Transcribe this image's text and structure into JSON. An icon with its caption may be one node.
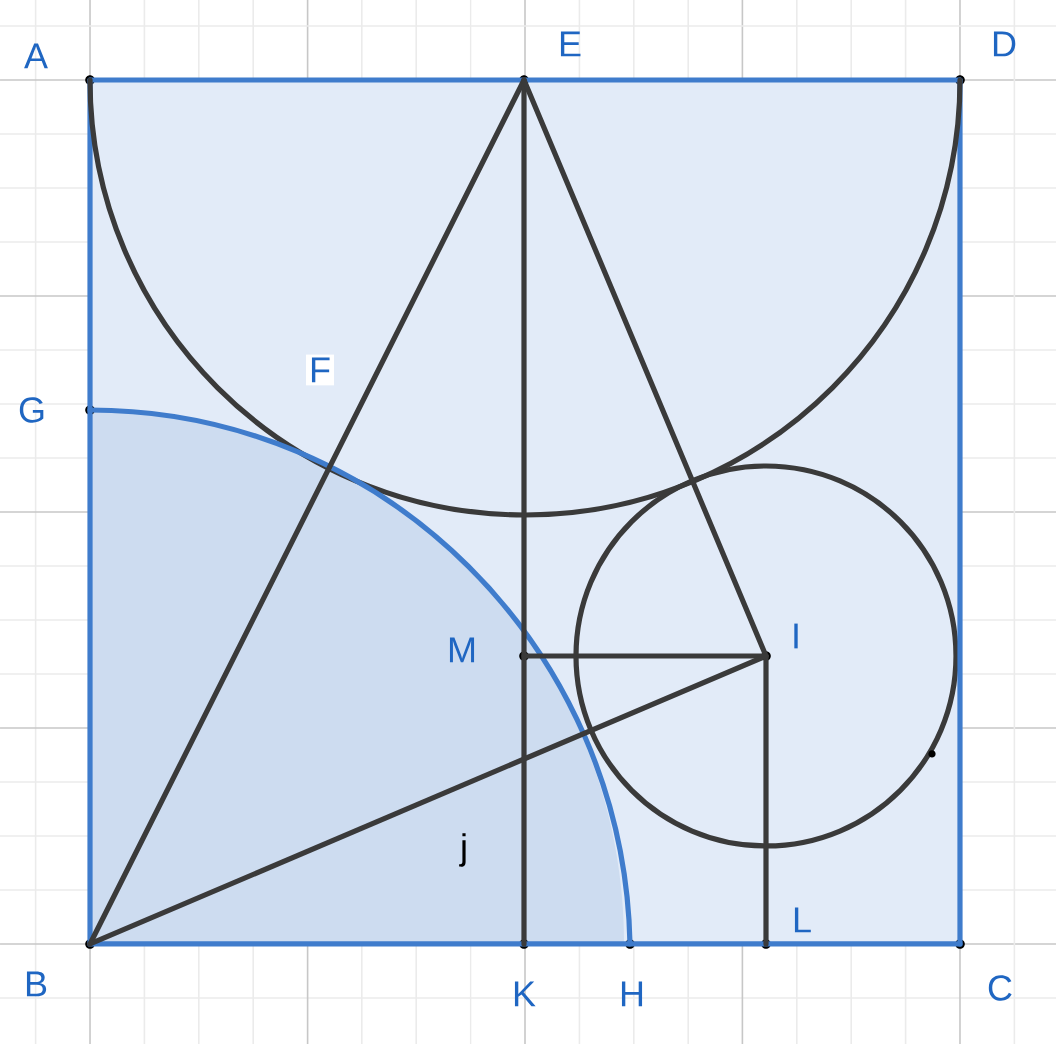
{
  "diagram": {
    "nodes": [
      {
        "text": [
          "A"
        ]
      },
      {
        "text": [
          "E"
        ]
      },
      {
        "text": [
          "D"
        ]
      },
      {
        "text": [
          "G"
        ]
      },
      {
        "text": [
          "F"
        ]
      },
      {
        "text": [
          "M"
        ]
      },
      {
        "text": [
          "I"
        ]
      },
      {
        "text": [
          "B"
        ]
      },
      {
        "text": [
          "K"
        ]
      },
      {
        "text": [
          "H"
        ]
      },
      {
        "text": [
          "C"
        ]
      },
      {
        "text": [
          "L"
        ]
      }
    ],
    "edges": [
      {
        "from": 0,
        "to": 2,
        "arrow": "none",
        "color": "#3f7ccc"
      },
      {
        "from": 0,
        "to": 7,
        "arrow": "none",
        "color": "#3f7ccc"
      },
      {
        "from": 7,
        "to": 10,
        "arrow": "none",
        "color": "#3f7ccc"
      },
      {
        "from": 2,
        "to": 10,
        "arrow": "none",
        "color": "#3f7ccc"
      },
      {
        "from": 0,
        "to": 2,
        "arrow": "none"
      },
      {
        "from": 3,
        "to": 9,
        "arrow": "none",
        "color": "#3f7ccc"
      },
      {
        "from": 7,
        "to": 1,
        "arrow": "none"
      },
      {
        "from": 1,
        "to": 8,
        "arrow": "none"
      },
      {
        "from": 1,
        "to": 6,
        "arrow": "none"
      },
      {
        "from": 5,
        "to": 6,
        "arrow": "none"
      },
      {
        "from": 6,
        "to": 11,
        "arrow": "none"
      },
      {
        "from": 7,
        "to": 6,
        "arrow": "none",
        "label": "j"
      }
    ]
  }
}
